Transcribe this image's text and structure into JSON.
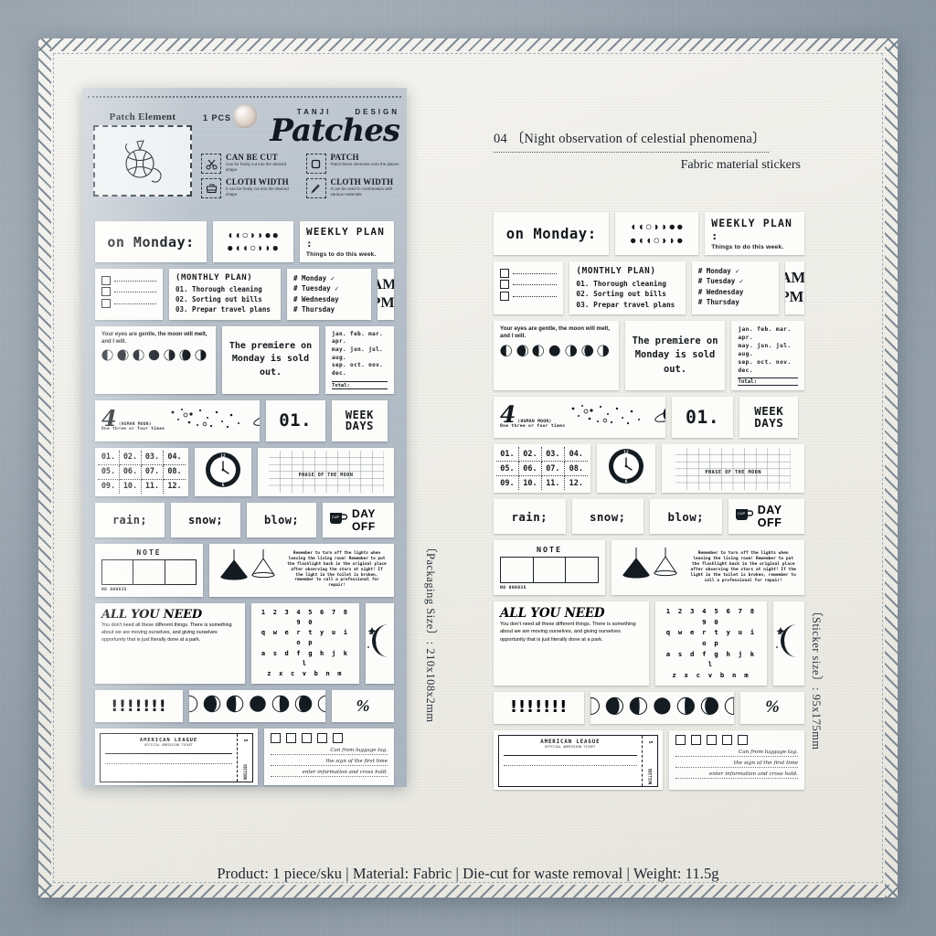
{
  "product": {
    "footer": "Product: 1 piece/sku | Material: Fabric | Die-cut for waste removal | Weight: 11.5g",
    "packaging_size": "〔Packaging Size〕: 210x108x2mm",
    "sticker_size": "〔Sticker size〕: 95x175mm"
  },
  "sheet_header": {
    "line1": "04 〔Night observation of celestial phenomena〕",
    "line2": "Fabric material stickers"
  },
  "package": {
    "patch_element": "Patch Element",
    "pcs": "1 PCS",
    "brand_left": "TANJI",
    "brand_right": "DESIGN",
    "logo": "Patches",
    "features": [
      {
        "icon": "scissors-icon",
        "title": "CAN BE CUT",
        "desc": "Can be freely cut into the desired shape"
      },
      {
        "icon": "patch-square-icon",
        "title": "PATCH",
        "desc": "Patch these elements onto the places"
      },
      {
        "icon": "sewing-machine-icon",
        "title": "CLOTH WIDTH",
        "desc": "It can be freely cut into the desired shape"
      },
      {
        "icon": "pen-icon",
        "title": "CLOTH WIDTH",
        "desc": "It can be used in combination with various materials"
      }
    ]
  },
  "stickers": {
    "on_monday": "on Monday:",
    "moon_row_1": "◖◖○◗◗●●",
    "moon_row_2": "●◖◖○◗◗●",
    "weekly_plan_title": "WEEKLY PLAN :",
    "weekly_plan_sub": "Things to do this week.",
    "monthly_plan_title": "(MONTHLY PLAN)",
    "monthly_plan_items": [
      "01. Thorough cleaning",
      "02. Sorting out bills",
      "03. Prepar travel plans"
    ],
    "weekdays_hash": [
      {
        "day": "# Monday",
        "check": "✓"
      },
      {
        "day": "# Tuesday",
        "check": "✓"
      },
      {
        "day": "# Wednesday",
        "check": ""
      },
      {
        "day": "# Thursday",
        "check": ""
      }
    ],
    "am": "AM,",
    "pm": "PM,",
    "quote": "Your eyes are gentle, the moon will melt, and I will.",
    "premiere": "The premiere on Monday is sold out.",
    "months": [
      "jan.  feb.  mar.  apr.",
      "may.  jun.  jul.  aug.",
      "sep.  oct.  nov.  dec."
    ],
    "total_label": "Total:",
    "big_four": "4",
    "big_four_paren": "(HUMAN MOON)",
    "big_four_sub": "One three or four times",
    "number_01": "01.",
    "week_days_1": "WEEK",
    "week_days_2": "DAYS",
    "num_grid": [
      "01.",
      "02.",
      "03.",
      "04.",
      "05.",
      "06.",
      "07.",
      "08.",
      "09.",
      "10.",
      "11.",
      "12."
    ],
    "grid_caption": "PHASE OF THE MOON",
    "weather": [
      "rain;",
      "snow;",
      "blow;"
    ],
    "day_off": "DAY OFF",
    "cup_label": "CUP",
    "note_title": "NOTE",
    "note_number": "NO 000835",
    "lamp_text": "Remember to turn off the lights when leaving the living room! Remember to put the flashlight back in the original place after observing the stars at night! If the light in the toilet is broken, remember to call a professional for repair!",
    "all_you_need_title": "ALL YOU NEED",
    "all_you_need_body": "You don't need all these different things. There is something about we are moving ourselves, and giving ourselves opportunity that is just literally done at a park.",
    "keyboard_rows": [
      "1 2 3 4 5 6 7 8 9 0",
      "q w e r t y u i o p",
      "a s d f g h j k l",
      "z x c v b n m"
    ],
    "bangs": "!!!!!!!",
    "percent": "%",
    "ticket_title": "AMERICAN LEAGUE",
    "ticket_sub": "OFFICIAL ADMISSION TICKET",
    "ticket_stub_top": "5",
    "ticket_stub_bottom": "SECTION",
    "script_lines": [
      "Can from luggage tag.",
      "the sign of the first time",
      "enter information and cross hold."
    ]
  },
  "colors": {
    "package": "#b4bec8",
    "paper": "#f3f2ed",
    "ink": "#14191e",
    "denim": "#aeb9c4"
  }
}
